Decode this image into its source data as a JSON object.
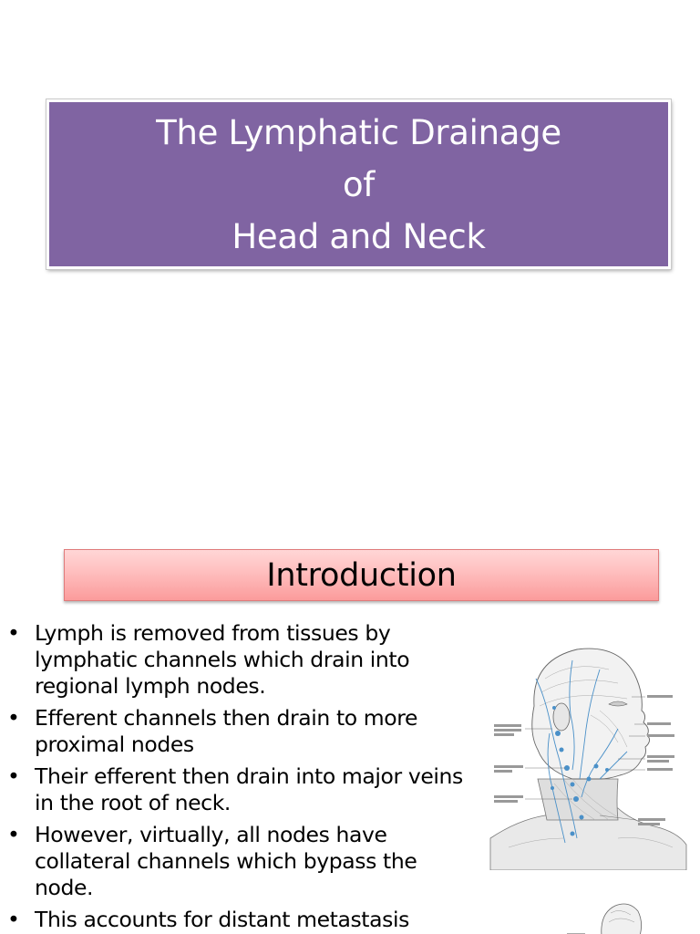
{
  "slide1": {
    "title_lines": [
      "The Lymphatic Drainage",
      "of",
      "Head and Neck"
    ]
  },
  "slide2": {
    "heading": "Introduction",
    "bullets": [
      "Lymph is removed from  tissues by lymphatic channels which drain into regional lymph nodes.",
      "Efferent channels then drain to more proximal nodes",
      "Their efferent then drain into major veins in the root of neck.",
      "However, virtually, all nodes have collateral channels which bypass the node.",
      "This accounts for distant metastasis"
    ],
    "bullet_char": "•"
  },
  "colors": {
    "title_bg": "#8064a2",
    "intro_gradient_top": "#ffd6d6",
    "intro_gradient_bottom": "#fb9b9b",
    "lymph_vessels": "#4a90c8"
  },
  "figure": {
    "description_icon": "head-neck-lymphatics-illustration"
  }
}
